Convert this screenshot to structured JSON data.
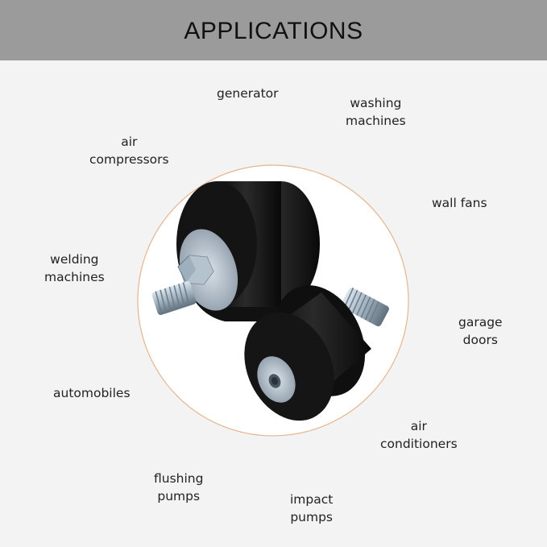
{
  "banner": {
    "title": "APPLICATIONS"
  },
  "labels": {
    "generator": "generator",
    "washing": [
      "washing",
      "machines"
    ],
    "air_compressors": [
      "air",
      "compressors"
    ],
    "wall_fans": "wall fans",
    "welding": [
      "welding",
      "machines"
    ],
    "garage": [
      "garage",
      "doors"
    ],
    "automobiles": "automobiles",
    "air_conditioners": [
      "air",
      "conditioners"
    ],
    "flushing": [
      "flushing",
      "pumps"
    ],
    "impact": [
      "impact",
      "pumps"
    ]
  },
  "colors": {
    "banner": "#9b9b9b",
    "background": "#f3f3f3",
    "circle_outline": "#e7b48e",
    "rubber": "#161616",
    "metal": "#a9b7c3"
  },
  "image": {
    "subject": "rubber-mount-product-icon"
  }
}
